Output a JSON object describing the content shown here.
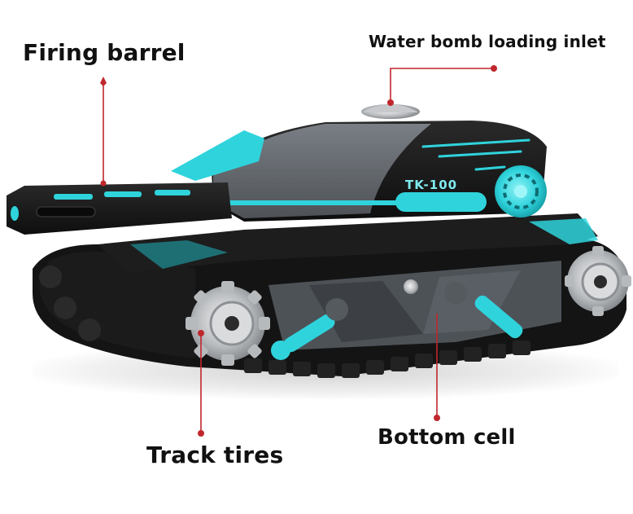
{
  "image": {
    "subject": "Water bomb toy tank",
    "model_text": "TK-100",
    "background_color": "#ffffff"
  },
  "callouts": [
    {
      "id": "firing-barrel",
      "label": "Firing barrel"
    },
    {
      "id": "water-bomb-inlet",
      "label": "Water bomb loading inlet"
    },
    {
      "id": "track-tires",
      "label": "Track tires"
    },
    {
      "id": "bottom-cell",
      "label": "Bottom cell"
    }
  ],
  "colors": {
    "leader_line": "#c0272d",
    "accent_cyan": "#2fd3dc",
    "body_black": "#161616",
    "body_gray": "#5d6268",
    "metal": "#c9cbcd",
    "label_text": "#111111"
  }
}
